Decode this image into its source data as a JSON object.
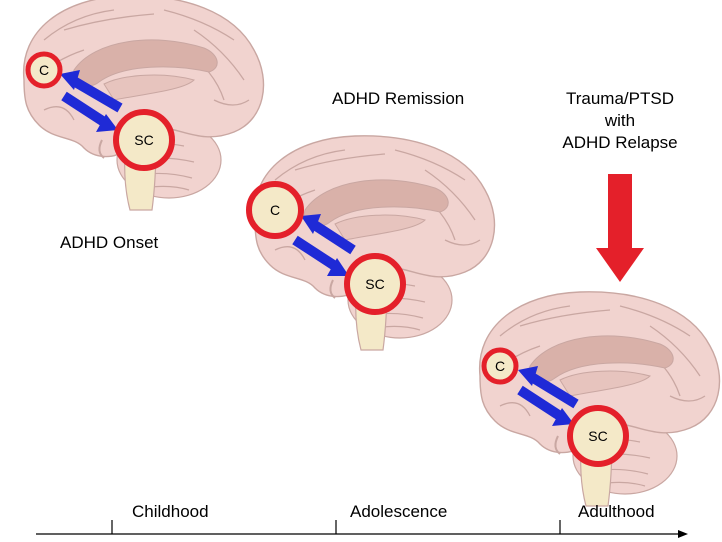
{
  "stages": [
    {
      "label": "ADHD Onset",
      "cortex_label": "C",
      "subcortex_label": "SC"
    },
    {
      "label": "ADHD Remission",
      "cortex_label": "C",
      "subcortex_label": "SC"
    },
    {
      "label_lines": [
        "Trauma/PTSD",
        "with",
        "ADHD Relapse"
      ],
      "cortex_label": "C",
      "subcortex_label": "SC"
    }
  ],
  "timeline": {
    "periods": [
      "Childhood",
      "Adolescence",
      "Adulthood"
    ]
  },
  "colors": {
    "brain_fill": "#f1d3cf",
    "brain_line": "#c9a7a2",
    "inner_fill": "#d9b1a9",
    "stem_fill": "#f4e9c8",
    "ring": "#e4202a",
    "arrow_blue": "#1f2ad6",
    "arrow_red": "#e4202a",
    "axis": "#000000"
  }
}
